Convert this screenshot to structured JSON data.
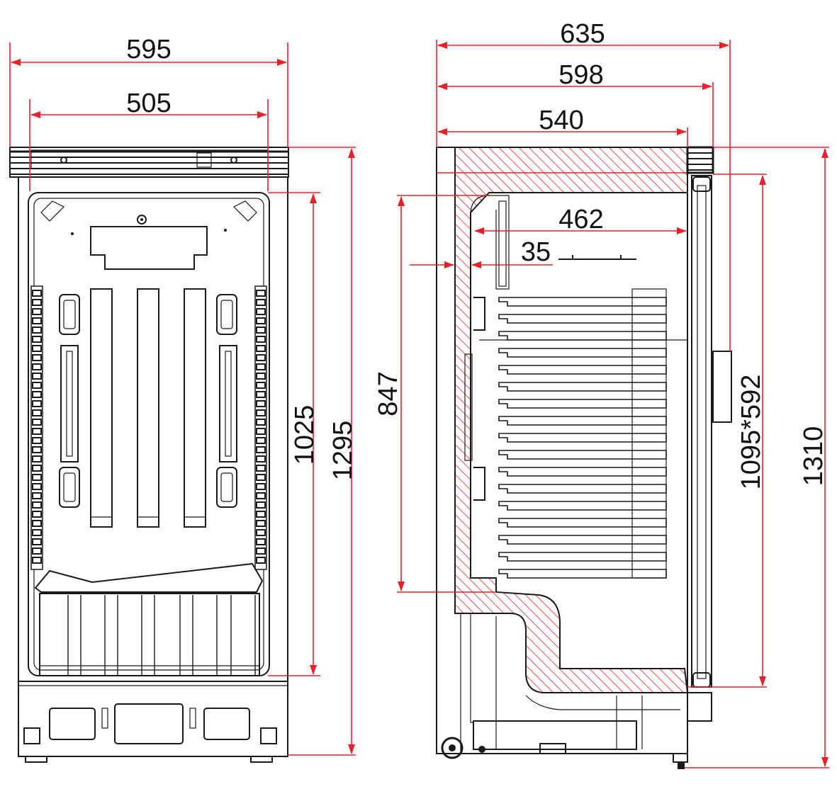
{
  "colors": {
    "dimension_line": "#e8202a",
    "outline": "#1a1a1a",
    "insulation_hatch": "#e8202a",
    "background": "#ffffff"
  },
  "front_view": {
    "overall_width": "595",
    "inner_width": "505",
    "inner_height": "1025",
    "overall_height": "1295"
  },
  "side_view": {
    "overall_depth": "635",
    "body_depth": "598",
    "cabinet_depth": "540",
    "inner_depth": "462",
    "wall_thickness": "35",
    "inner_height": "847",
    "door_glass": "1095*592",
    "total_height": "1310"
  }
}
